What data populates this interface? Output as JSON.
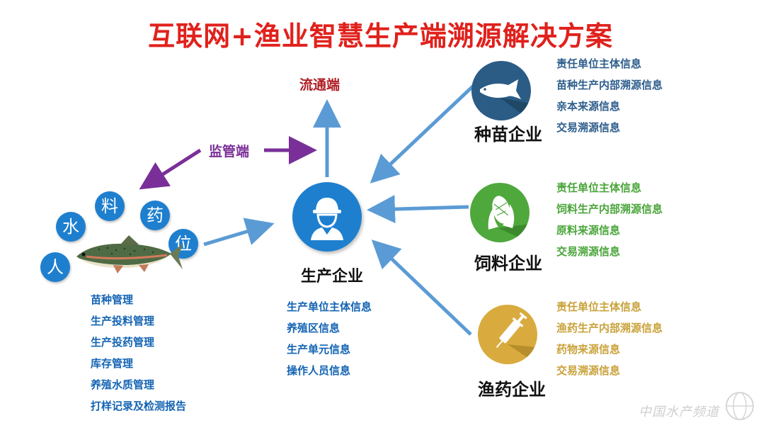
{
  "title": "互联网+渔业智慧生产端溯源解决方案",
  "nodes": {
    "circulation": "流通端",
    "supervision": "监管端",
    "production": "生产企业",
    "seedling": "种苗企业",
    "feed": "饲料企业",
    "medicine": "渔药企业"
  },
  "factors": [
    "人",
    "水",
    "料",
    "药",
    "位"
  ],
  "farm_items": [
    "苗种管理",
    "生产投料管理",
    "生产投药管理",
    "库存管理",
    "养殖水质管理",
    "打样记录及检测报告"
  ],
  "production_items": [
    "生产单位主体信息",
    "养殖区信息",
    "生产单元信息",
    "操作人员信息"
  ],
  "seedling_items": [
    "责任单位主体信息",
    "苗种生产内部溯源信息",
    "亲本来源信息",
    "交易溯源信息"
  ],
  "feed_items": [
    "责任单位主体信息",
    "饲料生产内部溯源信息",
    "原料来源信息",
    "交易溯源信息"
  ],
  "medicine_items": [
    "责任单位主体信息",
    "渔药生产内部溯源信息",
    "药物来源信息",
    "交易溯源信息"
  ],
  "watermark": "中国水产频道",
  "colors": {
    "title": "#e0211c",
    "circulation": "#b01e24",
    "supervision": "#7a2f98",
    "arrow_blue": "#5b9bd5",
    "farm_text": "#1464b4",
    "seedling_text": "#2e5e8c",
    "feed_text": "#4aa53a",
    "medicine_text": "#c9a23b",
    "seedling_circle": "#2b5c86",
    "feed_circle": "#4fa83c",
    "medicine_circle": "#d9ab3e",
    "production_circle": "#1e7fcf"
  },
  "icons": {
    "production": "worker-icon",
    "seedling": "fish-icon",
    "feed": "corn-icon",
    "medicine": "syringe-icon",
    "farm": "trout-illustration"
  }
}
